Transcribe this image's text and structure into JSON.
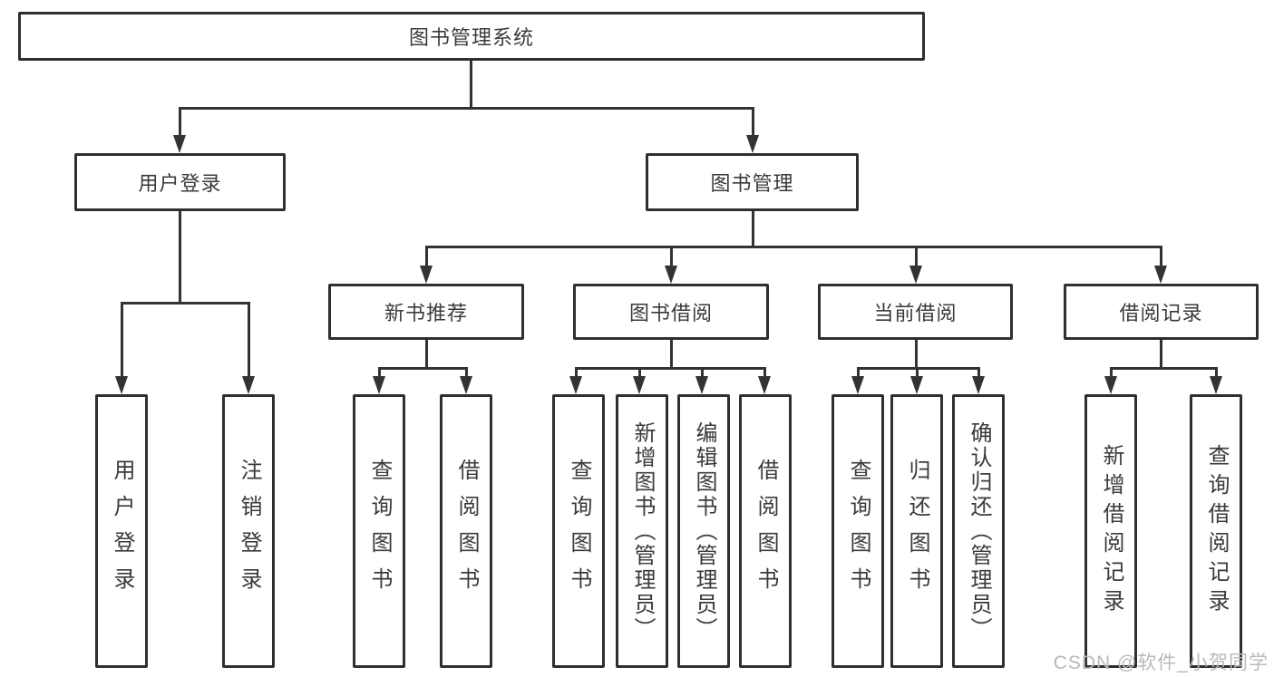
{
  "diagram": {
    "root": {
      "label": "图书管理系统"
    },
    "level2": [
      {
        "label": "用户登录"
      },
      {
        "label": "图书管理"
      }
    ],
    "level3": [
      {
        "label": "新书推荐"
      },
      {
        "label": "图书借阅"
      },
      {
        "label": "当前借阅"
      },
      {
        "label": "借阅记录"
      }
    ],
    "leaves": {
      "login": [
        "用户登录",
        "注销登录"
      ],
      "recommend": [
        "查询图书",
        "借阅图书"
      ],
      "borrow": [
        "查询图书",
        "新增图书（管理员）",
        "编辑图书（管理员）",
        "借阅图书"
      ],
      "current": [
        "查询图书",
        "归还图书",
        "确认归还（管理员）"
      ],
      "records": [
        "新增借阅记录",
        "查询借阅记录"
      ]
    }
  },
  "watermark": "CSDN @软件_小贺同学",
  "colors": {
    "line": "#333333",
    "border": "#2f2f2f",
    "text": "#3a3a3a",
    "watermark": "#b9b9bd",
    "background": "#ffffff"
  }
}
